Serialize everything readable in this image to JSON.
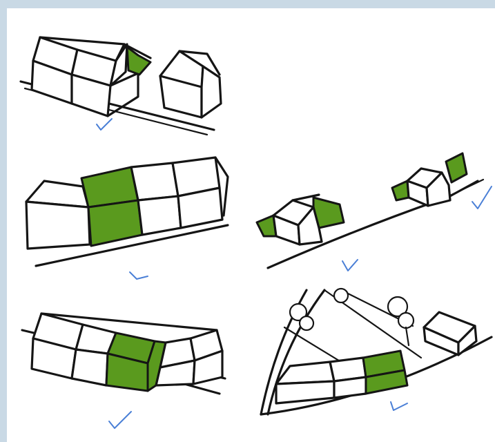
{
  "image": {
    "kind": "hand-drawn massing sketches",
    "panels": [
      {
        "id": "top-left",
        "mark": "check"
      },
      {
        "id": "middle-left",
        "mark": "check"
      },
      {
        "id": "middle-right",
        "mark": "check"
      },
      {
        "id": "bottom-left",
        "mark": "check"
      },
      {
        "id": "bottom-right",
        "mark": "check"
      }
    ],
    "colors": {
      "background": "#c9d9e5",
      "paper": "#ffffff",
      "ink": "#151515",
      "infill_highlight": "#5a9a1e",
      "check_mark": "#4a7fd6"
    }
  }
}
